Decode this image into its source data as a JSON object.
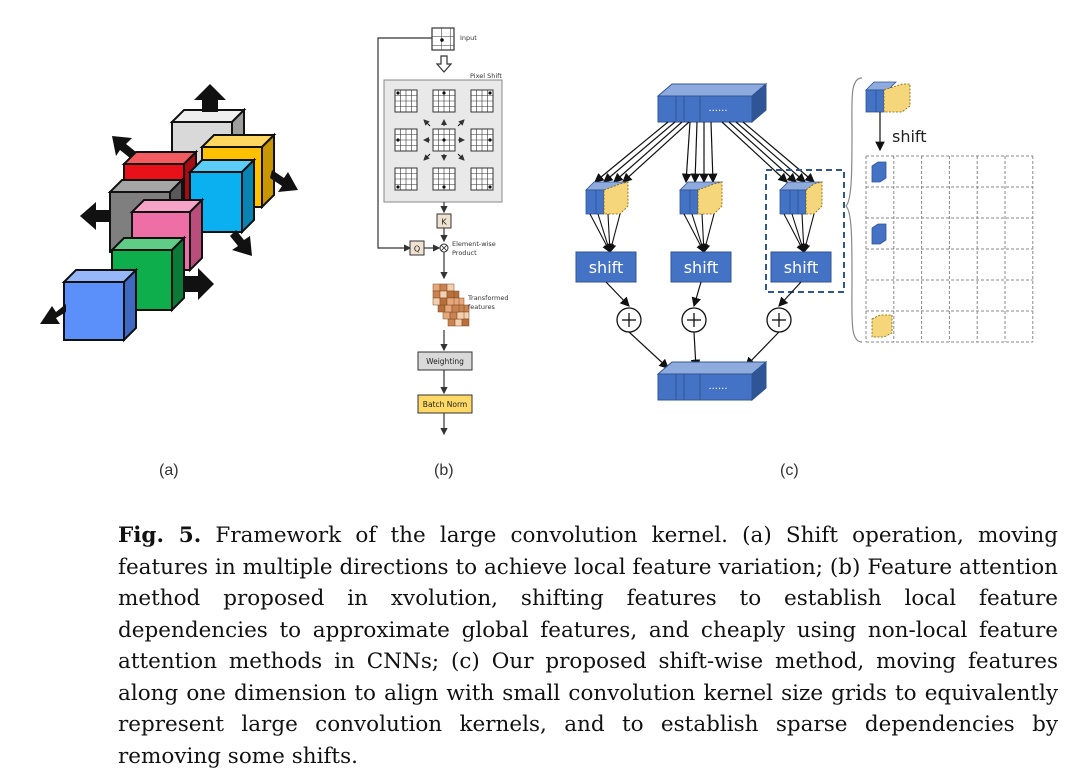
{
  "panel_a": {
    "label": "(a)"
  },
  "panel_b": {
    "label": "(b)",
    "input_label": "Input",
    "pixel_shift_label": "Pixel Shift",
    "k_label": "K",
    "q_label": "Q",
    "product_label_1": "Element-wise",
    "product_label_2": "Product",
    "transformed_label_1": "Transformed",
    "transformed_label_2": "features",
    "weighting_label": "Weighting",
    "batchnorm_label": "Batch Norm"
  },
  "panel_c": {
    "label": "(c)",
    "shift_labels": [
      "shift",
      "shift",
      "shift"
    ],
    "dots": "......",
    "side_shift_label": "shift"
  },
  "caption": {
    "label": "Fig. 5.",
    "text": "Framework of the large convolution kernel. (a) Shift operation, moving features in multiple directions to achieve local feature variation; (b) Feature attention method proposed in xvolution, shifting features to establish local feature dependencies to approximate global features, and cheaply using non-local feature attention methods in CNNs; (c) Our proposed shift-wise method, moving features along one dimension to align with small convolution kernel size grids to equivalently represent large convolution kernels, and to establish sparse dependencies by removing some shifts."
  },
  "colors": {
    "cube_gray": "#d9d9d9",
    "cube_red": "#e8111a",
    "cube_yellow": "#ffc000",
    "cube_darkgray": "#7f7f7f",
    "cube_cyan": "#0ab0f0",
    "cube_pink": "#ee6fa5",
    "cube_green": "#0fae4d",
    "cube_blue": "#5b8ff9",
    "block_blue": "#4472c4",
    "dashed_blue": "#2f5597"
  }
}
